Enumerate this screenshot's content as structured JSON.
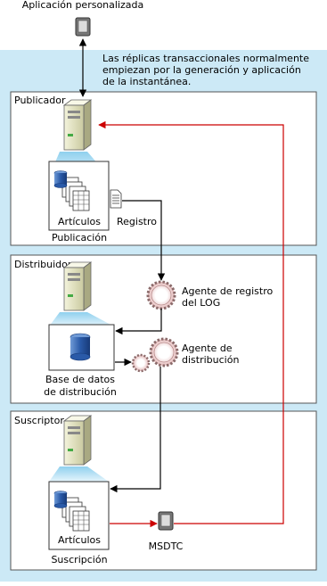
{
  "app": {
    "title": "Aplicación personalizada",
    "note_lines": [
      "Las réplicas transaccionales normalmente",
      "empiezan por la generación y aplicación",
      "de la instantánea."
    ]
  },
  "publisher": {
    "title": "Publicador",
    "articles_label": "Artículos",
    "log_label": "Registro",
    "publication_label": "Publicación"
  },
  "distributor": {
    "title": "Distribuidor",
    "log_agent_lines": [
      "Agente de registro",
      "del LOG"
    ],
    "dist_agent_lines": [
      "Agente de",
      "distribución"
    ],
    "db_label_lines": [
      "Base de datos",
      "de distribución"
    ]
  },
  "subscriber": {
    "title": "Suscriptor",
    "articles_label": "Artículos",
    "subscription_label": "Suscripción",
    "msdtc_label": "MSDTC"
  },
  "colors": {
    "outer_bg": "#cce9f6",
    "panel_bg": "#ffffff",
    "panel_border": "#555555",
    "arrow_black": "#000000",
    "arrow_red": "#cc0000",
    "server_light": "#eeeecc",
    "server_dark": "#b8b890",
    "cone": "#a6d9ef",
    "db_blue": "#2a5aa8"
  }
}
